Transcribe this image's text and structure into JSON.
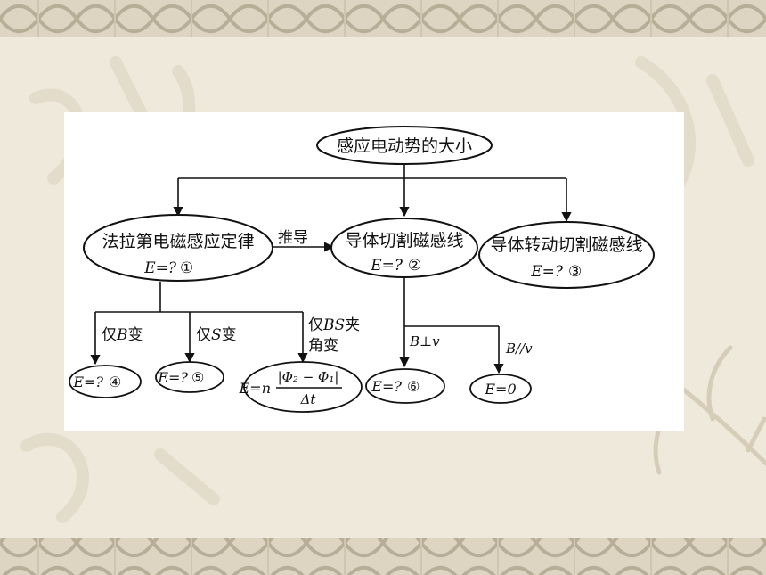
{
  "diagram": {
    "root": "感应电动势的大小",
    "nodes": {
      "faraday": {
        "title": "法拉第电磁感应定律",
        "formula": "E=?",
        "mark": "①"
      },
      "cutting": {
        "title": "导体切割磁感线",
        "formula": "E=?",
        "mark": "②"
      },
      "rotating": {
        "title": "导体转动切割磁感线",
        "formula": "E=?",
        "mark": "③"
      },
      "b_change": {
        "formula": "E=?",
        "mark": "④"
      },
      "s_change": {
        "formula": "E=?",
        "mark": "⑤"
      },
      "angle_change": {
        "lhs": "E=n",
        "numerator": "|Φ₂ − Φ₁|",
        "denominator": "Δt"
      },
      "perpendicular": {
        "formula": "E=?",
        "mark": "⑥"
      },
      "parallel": {
        "formula": "E=0"
      }
    },
    "edges": {
      "derive": "推导",
      "only_b_prefix": "仅",
      "only_b_var": "B",
      "only_b_suffix": "变",
      "only_s_prefix": "仅",
      "only_s_var": "S",
      "only_s_suffix": "变",
      "only_bs_prefix": "仅",
      "only_bs_var": "BS",
      "only_bs_suffix": "夹",
      "only_bs_line2": "角变",
      "b_perp_v_b": "B",
      "b_perp_v_sym": "⊥",
      "b_perp_v_v": "v",
      "b_par_v_b": "B",
      "b_par_v_sym": "//",
      "b_par_v_v": "v"
    }
  },
  "colors": {
    "background": "#efe9dc",
    "border_band": "#ddd4c2",
    "border_motif": "#b8ad97",
    "watermark": "#e4dccb",
    "panel": "#ffffff",
    "ink": "#111111"
  }
}
